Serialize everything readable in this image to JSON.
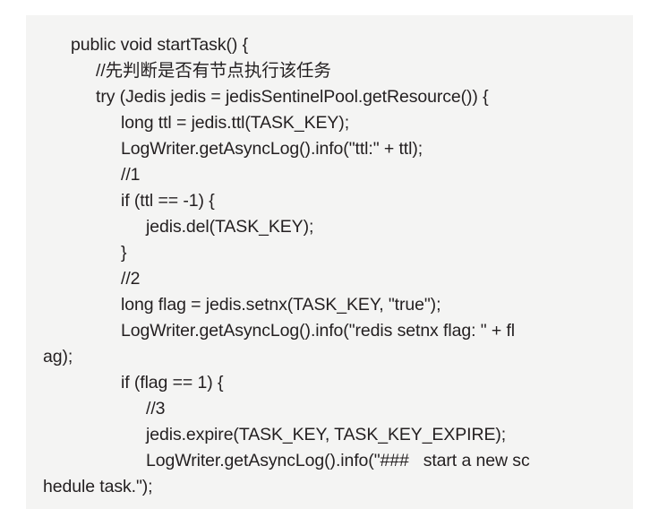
{
  "code_block": {
    "language": "java",
    "background_color": "#f4f4f3",
    "text_color": "#231f20",
    "page_background": "#ffffff",
    "lines": [
      {
        "indent": 0,
        "text": "public void startTask() {"
      },
      {
        "indent": 1,
        "text": "//先判断是否有节点执行该任务"
      },
      {
        "indent": 1,
        "text": "try (Jedis jedis = jedisSentinelPool.getResource()) {"
      },
      {
        "indent": 2,
        "text": "long ttl = jedis.ttl(TASK_KEY);"
      },
      {
        "indent": 2,
        "text": "LogWriter.getAsyncLog().info(\"ttl:\" + ttl);"
      },
      {
        "indent": 2,
        "text": "//1"
      },
      {
        "indent": 2,
        "text": "if (ttl == -1) {"
      },
      {
        "indent": 3,
        "text": "jedis.del(TASK_KEY);"
      },
      {
        "indent": 2,
        "text": "}"
      },
      {
        "indent": 2,
        "text": "//2"
      },
      {
        "indent": 2,
        "text": "long flag = jedis.setnx(TASK_KEY, \"true\");"
      },
      {
        "indent": 2,
        "text": "LogWriter.getAsyncLog().info(\"redis setnx flag: \" + fl"
      },
      {
        "indent": -1,
        "text": "ag);"
      },
      {
        "indent": 2,
        "text": "if (flag == 1) {"
      },
      {
        "indent": 3,
        "text": "//3"
      },
      {
        "indent": 3,
        "text": "jedis.expire(TASK_KEY, TASK_KEY_EXPIRE);"
      },
      {
        "indent": 3,
        "text": "LogWriter.getAsyncLog().info(\"###   start a new sc"
      },
      {
        "indent": -1,
        "text": "hedule task.\");"
      }
    ]
  }
}
